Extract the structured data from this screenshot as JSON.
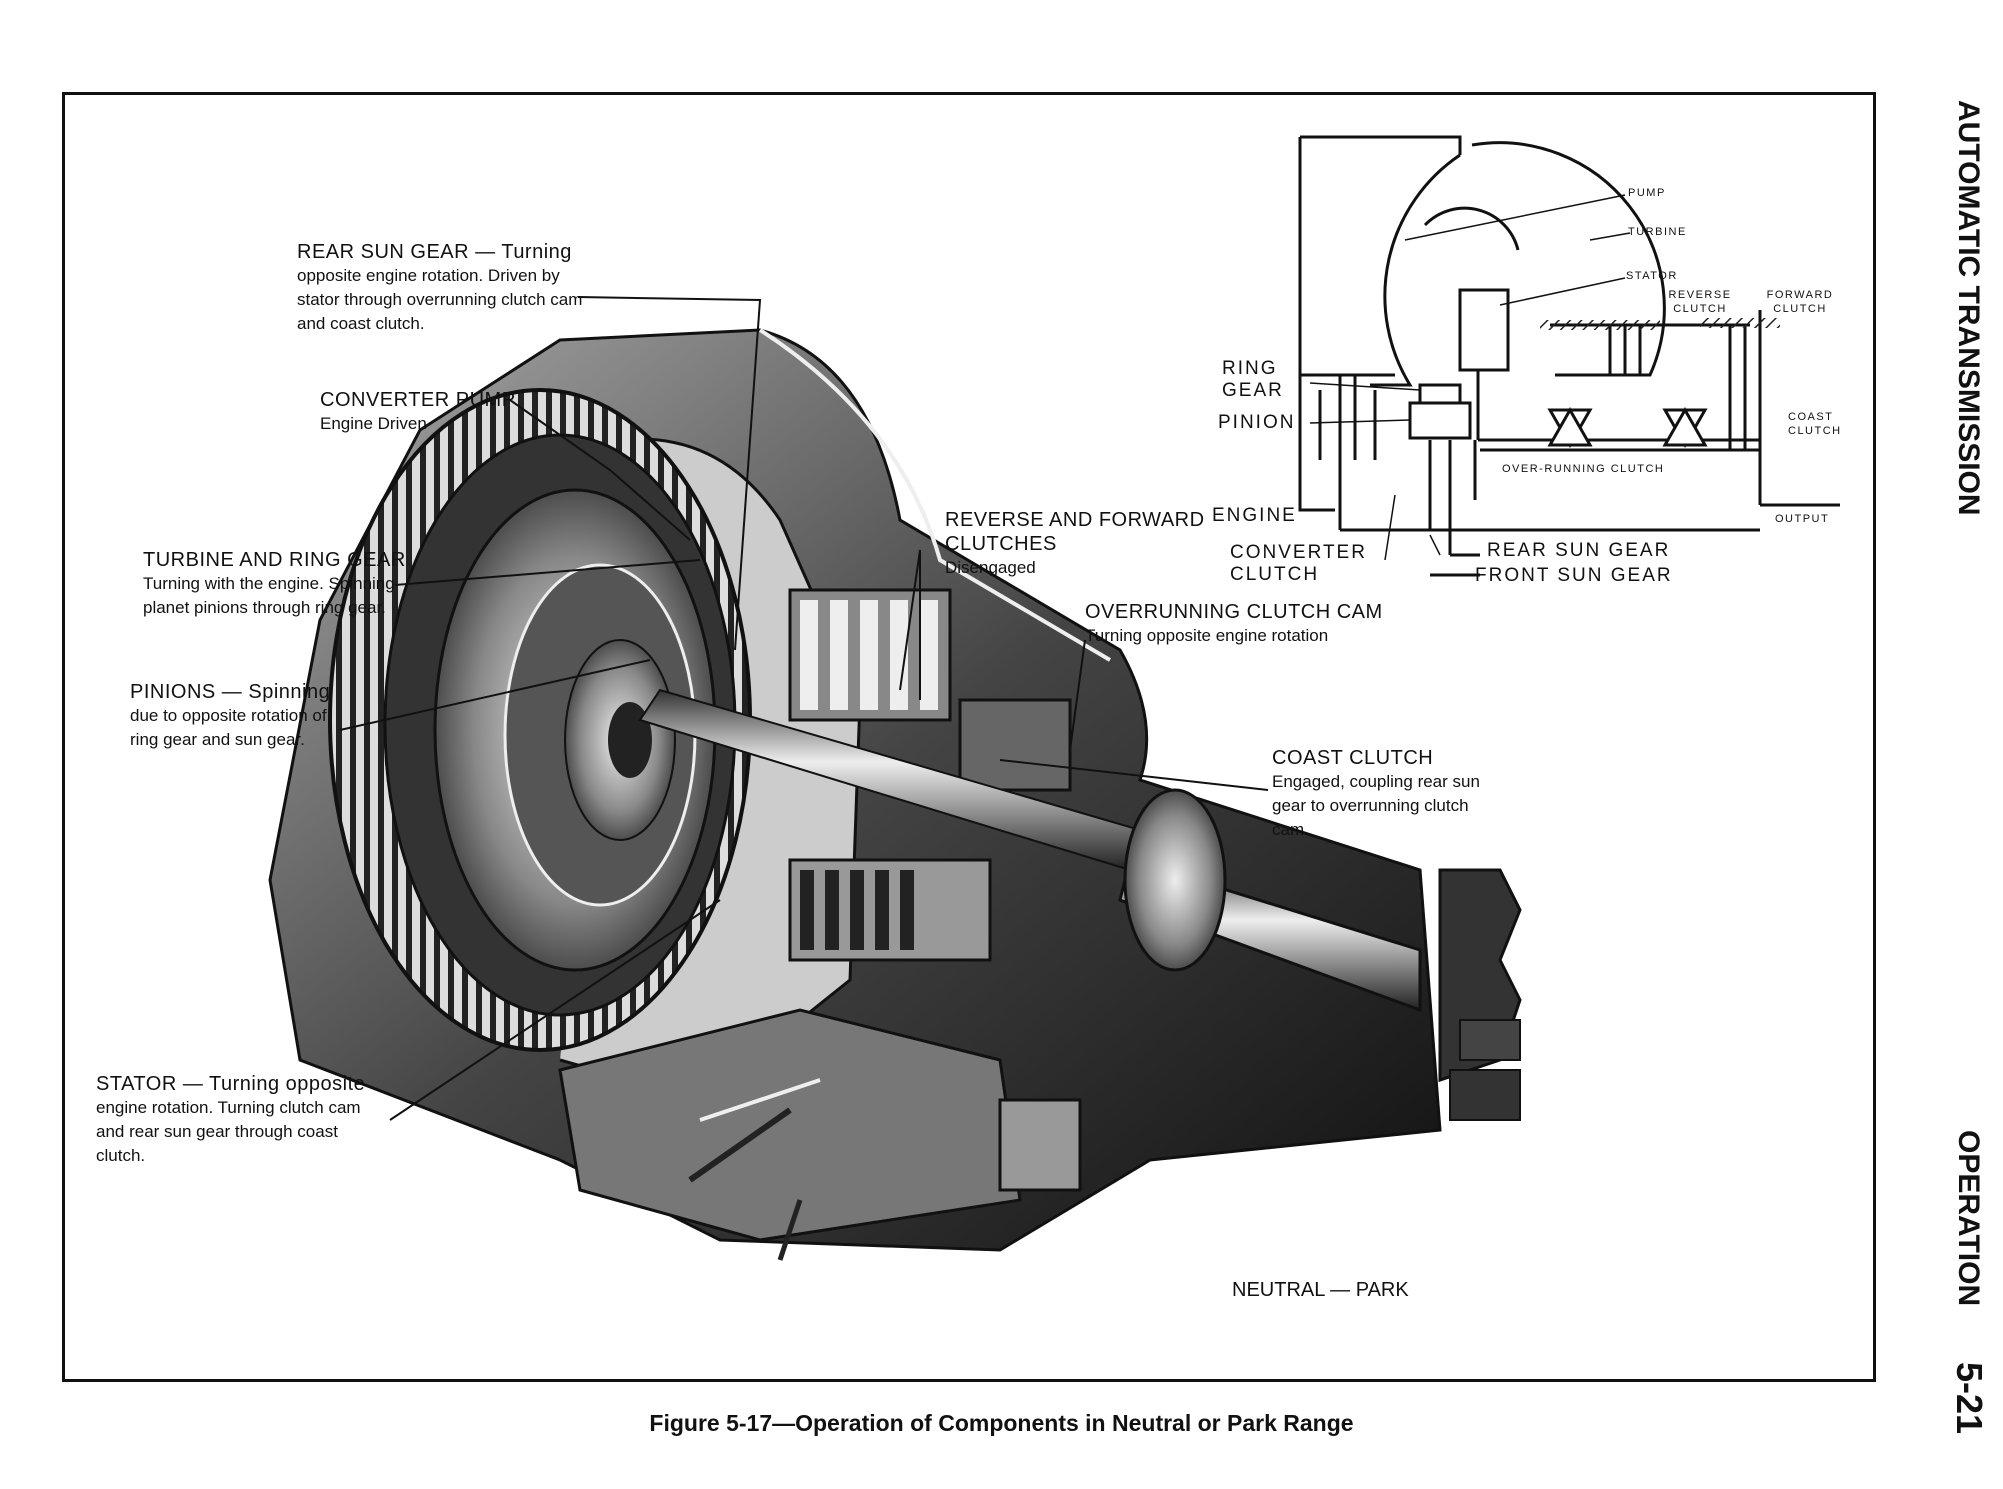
{
  "sidebar": {
    "section_title": "AUTOMATIC TRANSMISSION",
    "subsection_title": "OPERATION",
    "page_number": "5-21"
  },
  "figure": {
    "caption": "Figure 5-17—Operation of Components in Neutral or Park Range",
    "range_label": "NEUTRAL — PARK"
  },
  "callouts": {
    "rear_sun_gear": {
      "title": "REAR SUN GEAR — Turning",
      "desc": "opposite engine rotation. Driven by stator through overrunning clutch cam and coast clutch."
    },
    "converter_pump": {
      "title": "CONVERTER PUMP",
      "desc": "Engine Driven"
    },
    "turbine_ring_gear": {
      "title": "TURBINE AND RING GEAR",
      "desc": "Turning with the engine. Spinning planet pinions through ring gear."
    },
    "pinions": {
      "title": "PINIONS — Spinning",
      "desc": "due to opposite rotation of ring gear and sun gear."
    },
    "stator": {
      "title": "STATOR — Turning opposite",
      "desc": "engine rotation. Turning clutch cam and rear sun gear through coast clutch."
    },
    "rev_fwd_clutches": {
      "title": "REVERSE AND FORWARD",
      "title2": "CLUTCHES",
      "desc": "Disengaged"
    },
    "overrunning_cam": {
      "title": "OVERRUNNING CLUTCH CAM",
      "desc": "Turning opposite engine rotation"
    },
    "coast_clutch": {
      "title": "COAST CLUTCH",
      "desc": "Engaged, coupling rear sun gear to overrunning clutch cam."
    }
  },
  "schematic": {
    "pump": "PUMP",
    "turbine": "TURBINE",
    "stator": "STATOR",
    "reverse_clutch": "REVERSE CLUTCH",
    "forward_clutch": "FORWARD CLUTCH",
    "coast_clutch": "COAST CLUTCH",
    "overrunning_clutch": "OVER-RUNNING CLUTCH",
    "output": "OUTPUT",
    "ring_gear": "RING GEAR",
    "pinion": "PINION",
    "engine": "ENGINE",
    "converter_clutch": "CONVERTER CLUTCH",
    "rear_sun_gear": "REAR SUN GEAR",
    "front_sun_gear": "FRONT SUN GEAR"
  }
}
